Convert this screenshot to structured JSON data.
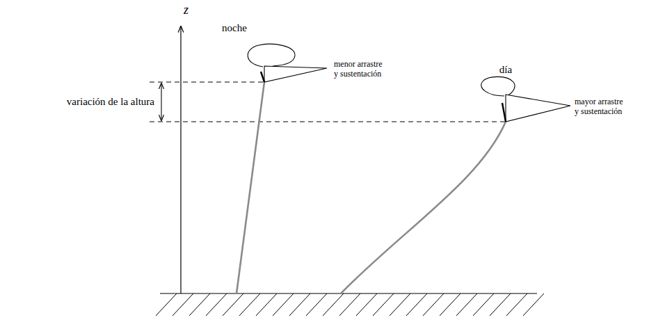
{
  "diagram": {
    "labels": [
      "z",
      "noche",
      "menor arrastre y sustentación",
      "día",
      "mayor arrastre y sustentación",
      "variación de la altura"
    ]
  }
}
